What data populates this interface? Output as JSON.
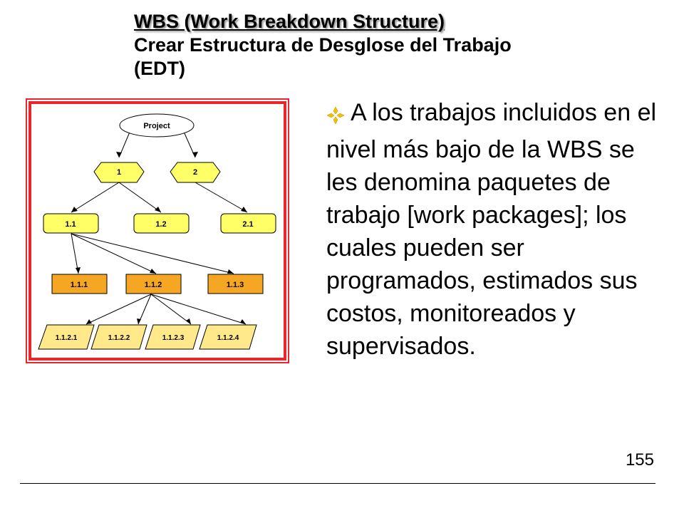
{
  "header": {
    "title_line1": "WBS (Work Breakdown Structure)",
    "title_line2": "Crear Estructura de Desglose del Trabajo",
    "title_line3": "(EDT)"
  },
  "diagram": {
    "root": "Project",
    "level1": [
      "1",
      "2"
    ],
    "level2": [
      "1.1",
      "1.2",
      "2.1"
    ],
    "level3": [
      "1.1.1",
      "1.1.2",
      "1.1.3"
    ],
    "level4": [
      "1.1.2.1",
      "1.1.2.2",
      "1.1.2.3",
      "1.1.2.4"
    ],
    "colors": {
      "frame_red": "#e8262b",
      "yellow": "#ffff66",
      "orange": "#f5a623",
      "parallelogram": "#ffe98a"
    }
  },
  "content": {
    "bullet_icon": "four-diamond-star-icon",
    "bullet_text": "A los trabajos incluidos en el nivel más bajo de la WBS se les denomina paquetes de trabajo [work packages]; los cuales pueden ser programados, estimados sus costos, monitoreados y supervisados."
  },
  "footer": {
    "page_number": "155"
  }
}
